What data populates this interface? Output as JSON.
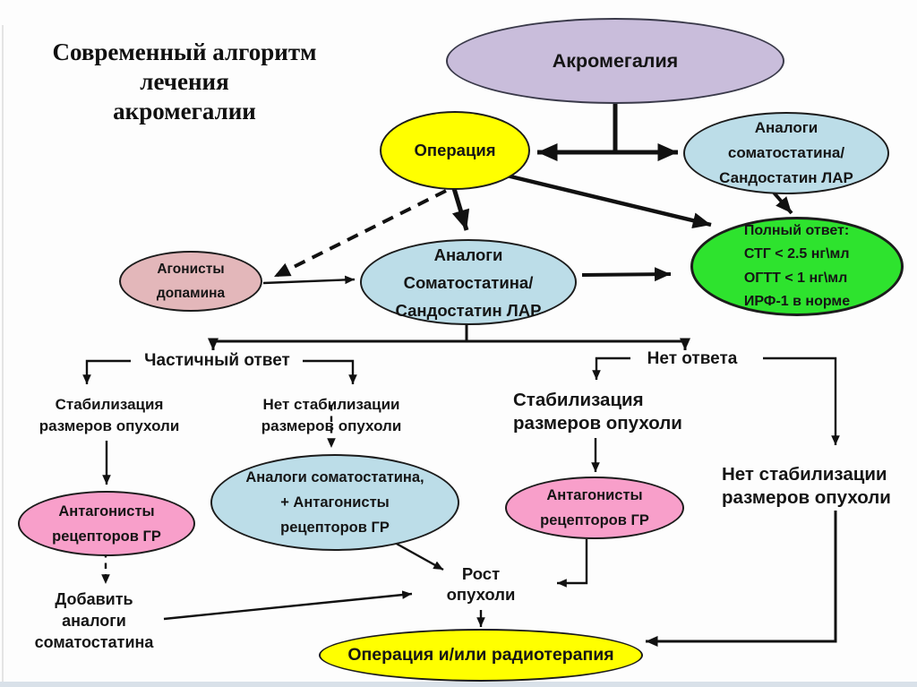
{
  "title": {
    "text": "Современный алгоритм\nлечения\nакромегалии"
  },
  "nodes": {
    "acromegaly": {
      "label": "Акромегалия",
      "fill": "#c9bddb"
    },
    "surgery": {
      "label": "Операция",
      "fill": "#ffff00"
    },
    "ssa_top": {
      "label": "Аналоги\nсоматостатина/\nСандостатин ЛАР",
      "fill": "#bcdde8"
    },
    "full_response": {
      "label": "Полный ответ:\nСТГ < 2.5 нг\\мл\nОГТТ < 1 нг\\мл\nИРФ-1 в норме",
      "fill": "#2ee32e"
    },
    "dopamine_agonists": {
      "label": "Агонисты\nдопамина",
      "fill": "#e3b7ba"
    },
    "ssa_center": {
      "label": "Аналоги\nСоматостатина/\nСандостатин ЛАР",
      "fill": "#bcdde8"
    },
    "ghr_antag_left": {
      "label": "Антагонисты\nрецепторов ГР",
      "fill": "#f89fca"
    },
    "ssa_plus_antag": {
      "label": "Аналоги соматостатина,\n+ Антагонисты\nрецепторов ГР",
      "fill": "#bcdde8"
    },
    "ghr_antag_right": {
      "label": "Антагонисты\nрецепторов ГР",
      "fill": "#f89fca"
    },
    "surgery_radio": {
      "label": "Операция и/или радиотерапия",
      "fill": "#ffff00"
    }
  },
  "labels": {
    "partial_response": "Частичный ответ",
    "no_response": "Нет ответа",
    "stabilization_left": "Стабилизация\nразмеров опухоли",
    "no_stabilization_mid": "Нет стабилизации\nразмеров опухоли",
    "stabilization_right": "Стабилизация\nразмеров опухоли",
    "no_stabilization_right": "Нет стабилизации\nразмеров опухоли",
    "add_ssa": "Добавить\nаналоги\nсоматостатина",
    "tumor_growth": "Рост\nопухоли"
  },
  "colors": {
    "purple": "#c9bddb",
    "light_blue": "#bcdde8",
    "yellow": "#ffff00",
    "green": "#2ee32e",
    "dusty_rose": "#e3b7ba",
    "pink": "#f89fca",
    "line": "#111111"
  }
}
